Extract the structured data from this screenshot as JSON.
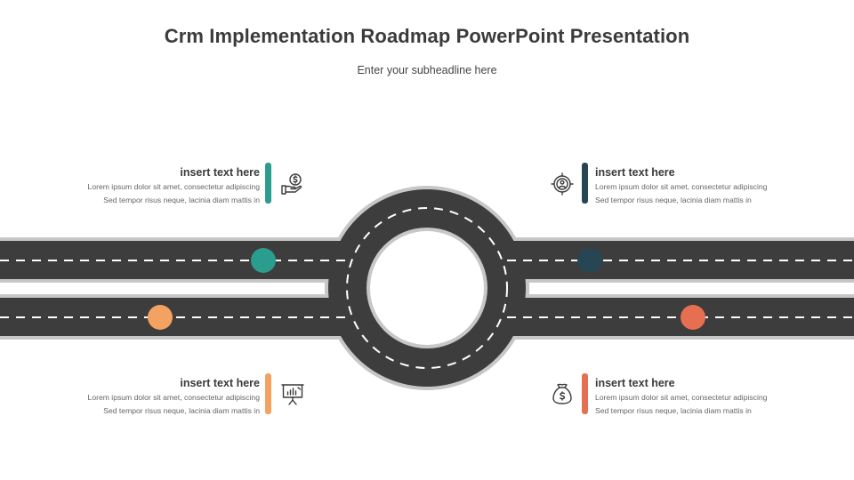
{
  "title": "Crm Implementation Roadmap PowerPoint Presentation",
  "subtitle": "Enter your subheadline here",
  "colors": {
    "road": "#3d3d3d",
    "road_edge": "#c7c7c7",
    "lane_mark": "#ffffff",
    "teal": "#2a9d8f",
    "navy": "#264653",
    "orange": "#f4a261",
    "coral": "#e76f51"
  },
  "items": [
    {
      "id": "top-left",
      "heading": "insert text here",
      "line1": "Lorem ipsum dolor sit amet, consectetur adipiscing",
      "line2": "Sed tempor risus neque, lacinia diam mattis in",
      "color": "#2a9d8f",
      "icon": "hand-dollar-icon"
    },
    {
      "id": "top-right",
      "heading": "insert text here",
      "line1": "Lorem ipsum dolor sit amet, consectetur adipiscing",
      "line2": "Sed tempor risus neque, lacinia diam mattis in",
      "color": "#264653",
      "icon": "target-person-icon"
    },
    {
      "id": "bottom-left",
      "heading": "insert text here",
      "line1": "Lorem ipsum dolor sit amet, consectetur adipiscing",
      "line2": "Sed tempor risus neque, lacinia diam mattis in",
      "color": "#f4a261",
      "icon": "presentation-chart-icon"
    },
    {
      "id": "bottom-right",
      "heading": "insert text here",
      "line1": "Lorem ipsum dolor sit amet, consectetur adipiscing",
      "line2": "Sed tempor risus neque, lacinia diam mattis in",
      "color": "#e76f51",
      "icon": "money-bag-icon"
    }
  ]
}
